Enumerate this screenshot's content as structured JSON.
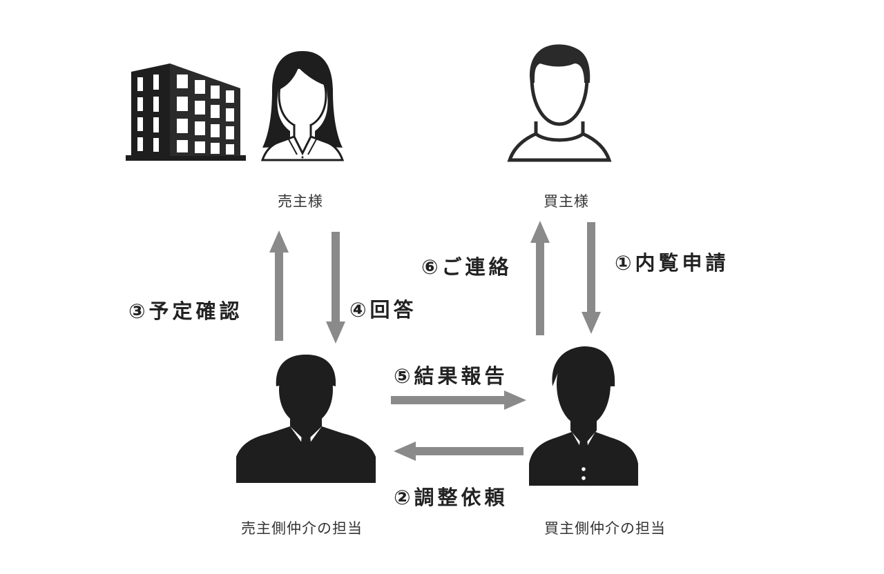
{
  "parties": {
    "seller": "売主様",
    "buyer": "買主様",
    "seller_agent": "売主側仲介の担当",
    "buyer_agent": "買主側仲介の担当"
  },
  "steps": {
    "step1": "①内覧申請",
    "step2": "②調整依頼",
    "step3": "③予定確認",
    "step4": "④回答",
    "step5": "⑤結果報告",
    "step6": "⑥ご連絡"
  },
  "colors": {
    "arrow": "#8a8a8a",
    "figure_dark": "#1e1e1e",
    "figure_outline": "#2a2a2a"
  },
  "icons": {
    "building": "building-icon",
    "seller": "woman-icon",
    "buyer": "man-outline-icon",
    "seller_agent": "businessman-icon",
    "buyer_agent": "businessman-icon"
  }
}
